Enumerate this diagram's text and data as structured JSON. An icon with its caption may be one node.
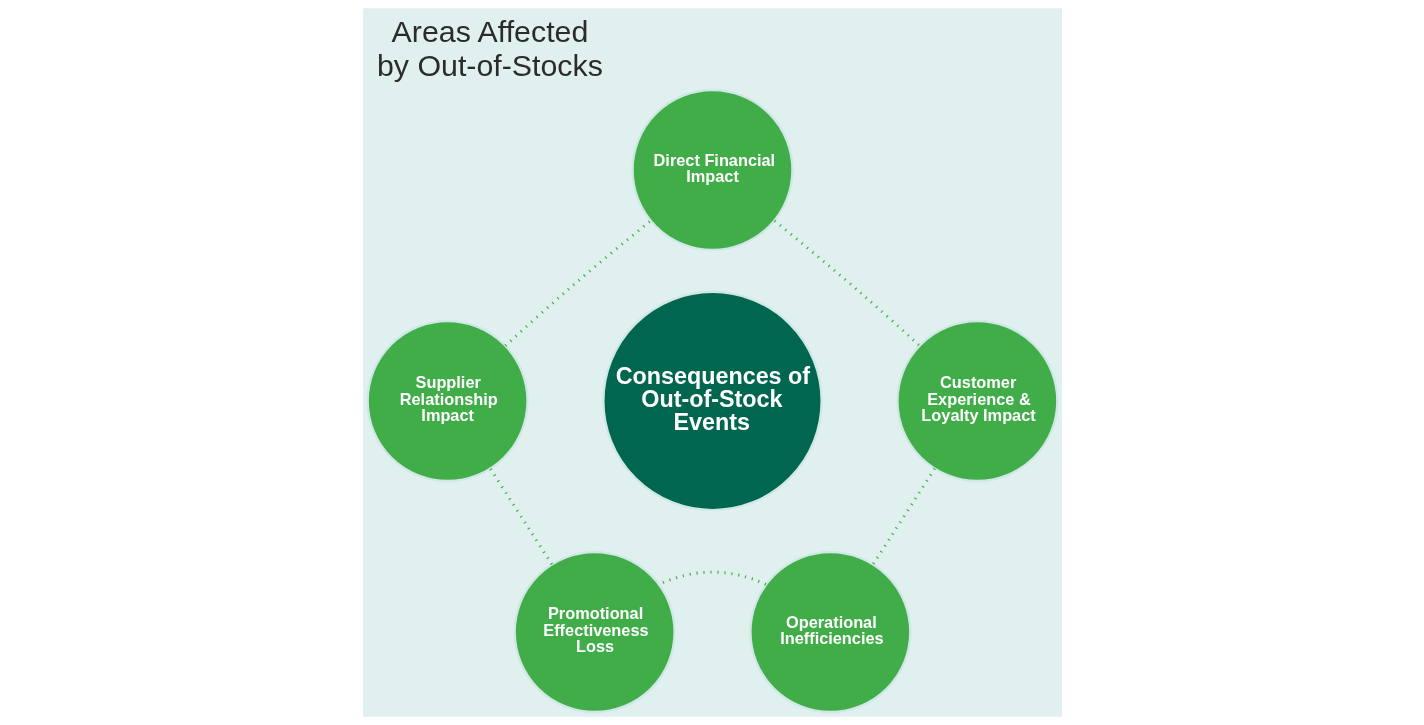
{
  "diagram": {
    "title": "Areas Affected by Out-of-Stocks",
    "nodes": [
      {
        "text": [
          "Consequences of Out-of-Stock Events"
        ]
      },
      {
        "text": [
          "Direct Financial Impact"
        ]
      },
      {
        "text": [
          "Customer Experience & Loyalty Impact"
        ]
      },
      {
        "text": [
          "Operational Inefficiencies"
        ]
      },
      {
        "text": [
          "Promotional Effectiveness Loss"
        ]
      },
      {
        "text": [
          "Supplier Relationship Impact"
        ]
      }
    ],
    "edges": [
      {
        "from": 1,
        "to": 2,
        "arrow": "none",
        "style": "dashed"
      },
      {
        "from": 2,
        "to": 3,
        "arrow": "none",
        "style": "dashed"
      },
      {
        "from": 3,
        "to": 4,
        "arrow": "none",
        "style": "dashed"
      },
      {
        "from": 4,
        "to": 5,
        "arrow": "none",
        "style": "dashed"
      },
      {
        "from": 5,
        "to": 1,
        "arrow": "none",
        "style": "dashed"
      }
    ]
  }
}
